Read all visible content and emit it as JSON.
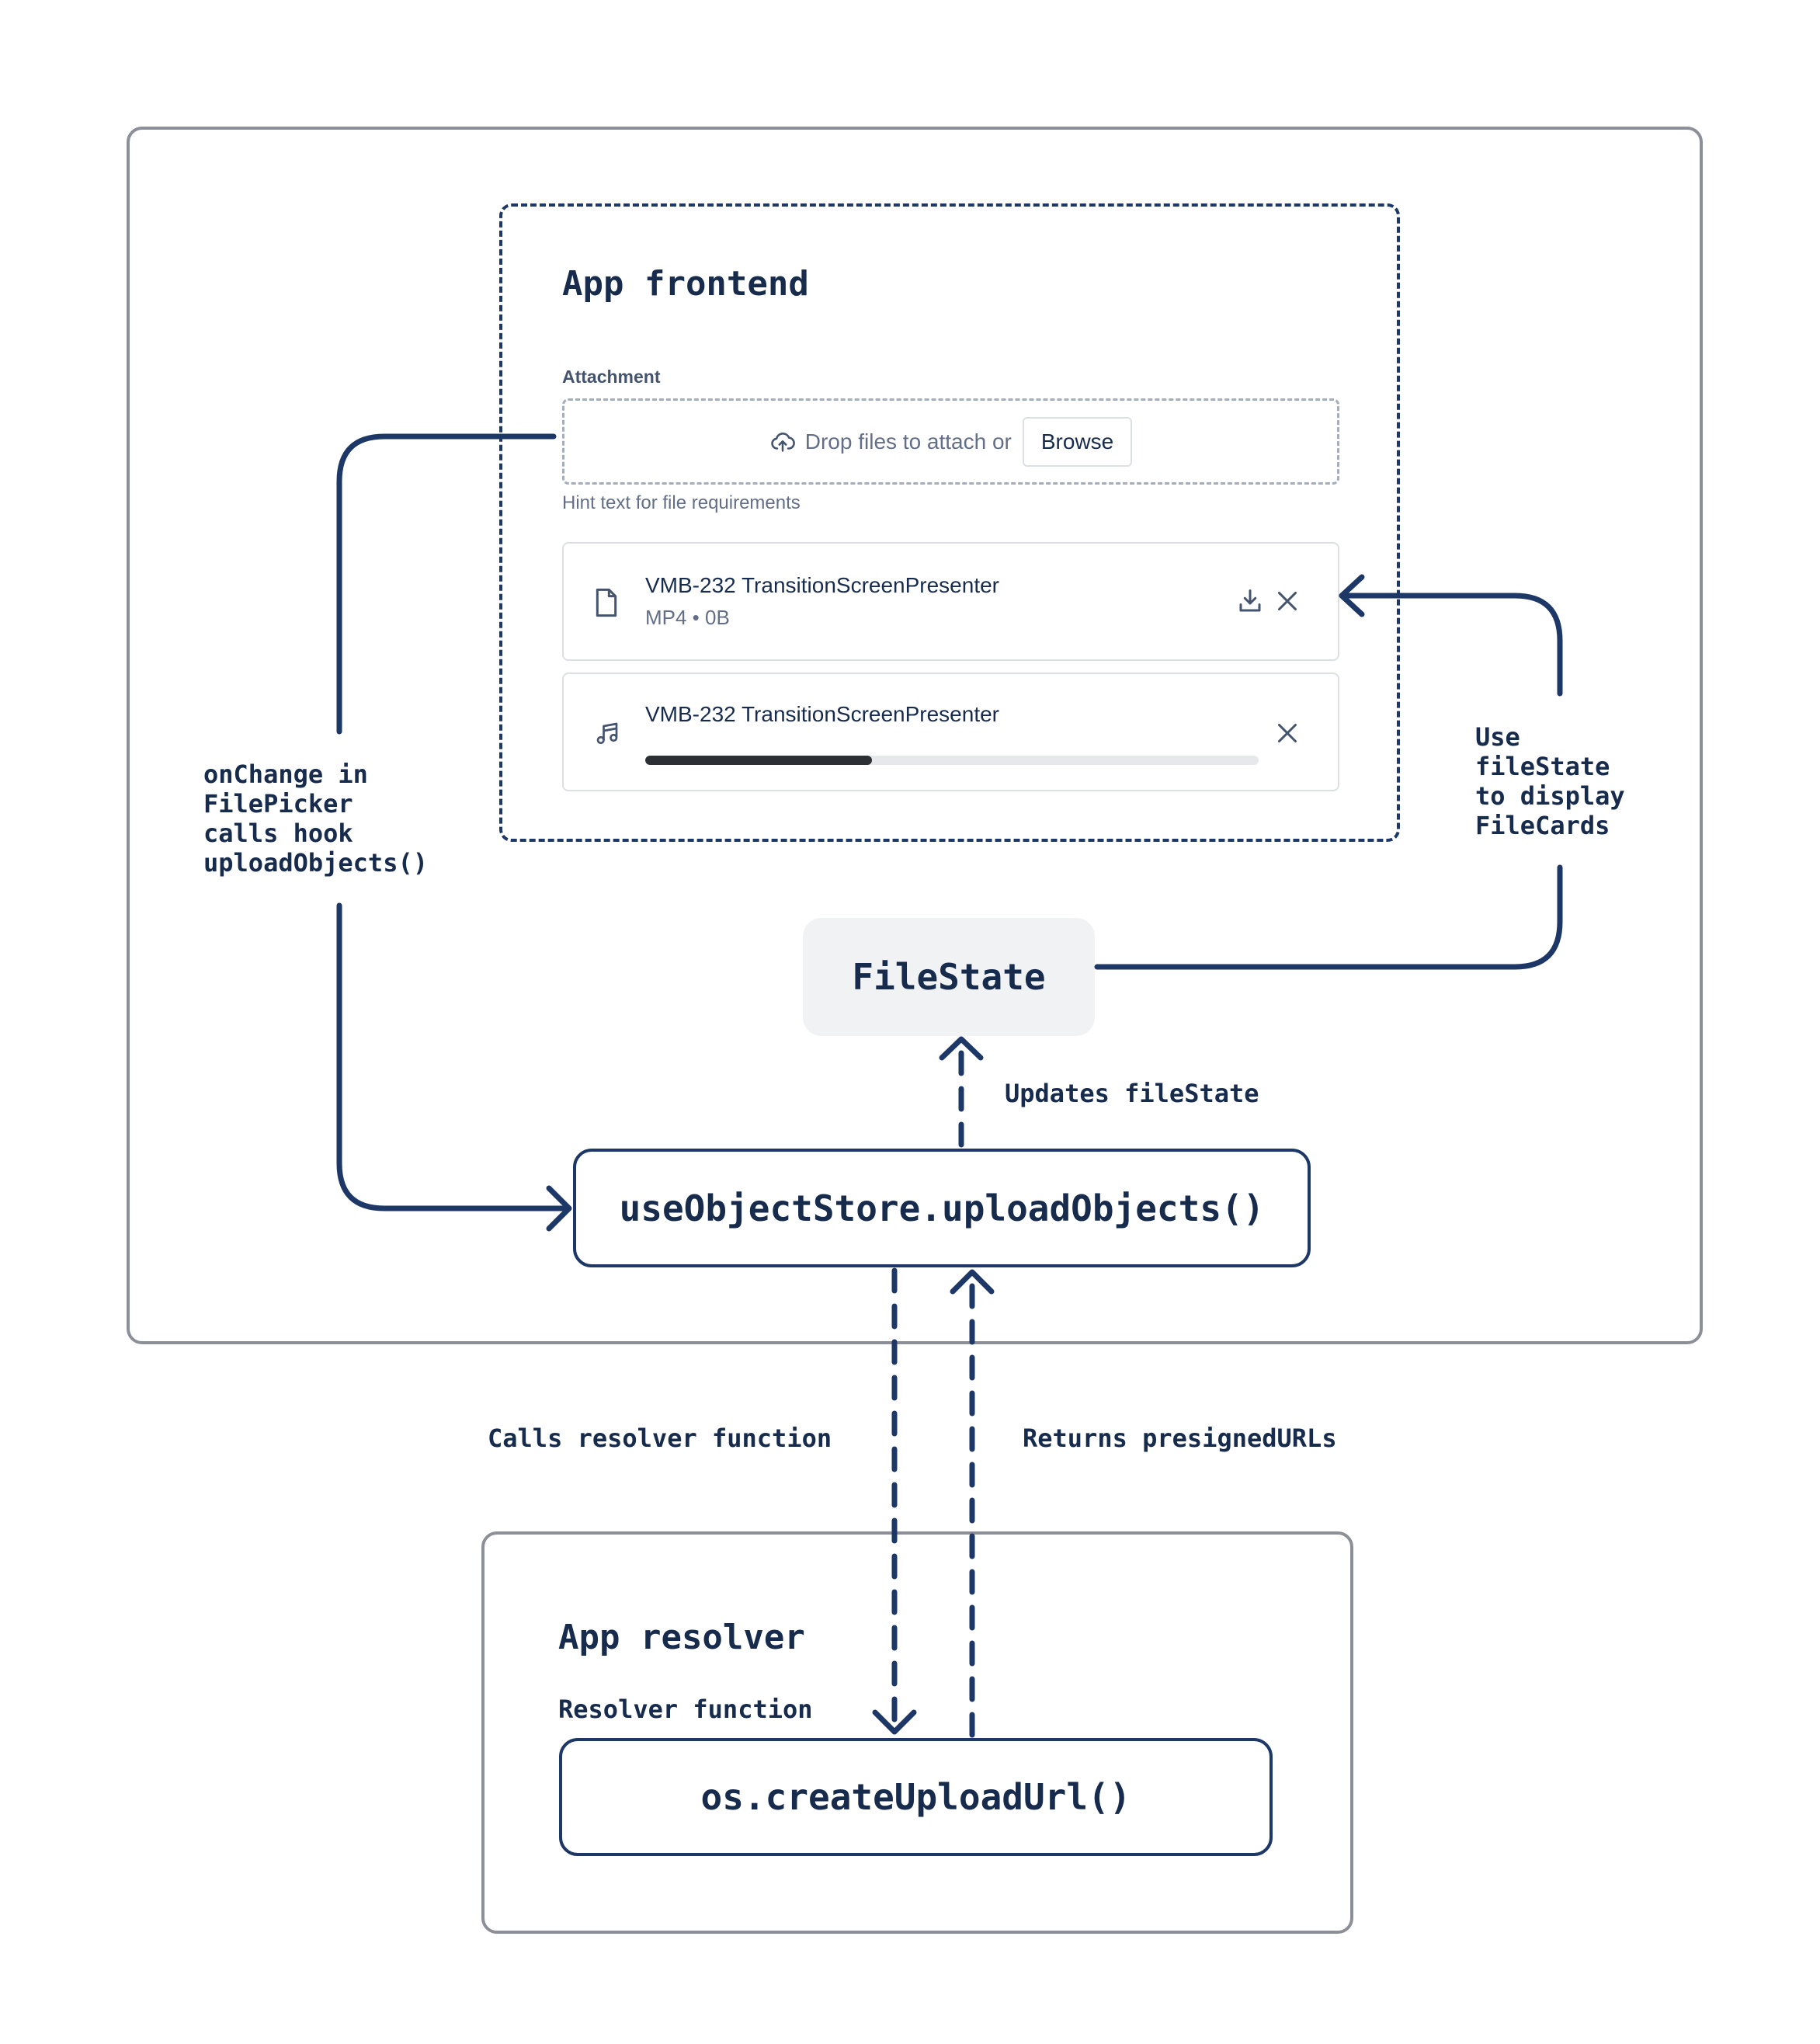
{
  "frontend": {
    "title": "App frontend",
    "attachment_label": "Attachment",
    "drop_text": "Drop files to attach or",
    "browse_label": "Browse",
    "hint": "Hint text for file requirements",
    "files": [
      {
        "name": "VMB-232 TransitionScreenPresenter",
        "meta": "MP4 • 0B",
        "icon": "file-icon",
        "actions": [
          "download-icon",
          "close-icon"
        ]
      },
      {
        "name": "VMB-232 TransitionScreenPresenter",
        "icon": "music-icon",
        "progress": 0.37,
        "actions": [
          "close-icon"
        ]
      }
    ]
  },
  "filestate": {
    "label": "FileState"
  },
  "hook": {
    "label": "useObjectStore.uploadObjects()"
  },
  "resolver": {
    "title": "App resolver",
    "subtitle": "Resolver function",
    "function_label": "os.createUploadUrl()"
  },
  "annotations": {
    "onchange": [
      "onChange in",
      "FilePicker",
      "calls hook",
      "uploadObjects()"
    ],
    "use_filestate": [
      "Use",
      "fileState",
      "to display",
      "FileCards"
    ],
    "updates": "Updates fileState",
    "calls_resolver": "Calls resolver function",
    "returns_urls": "Returns presignedURLs"
  },
  "colors": {
    "navy": "#1D3766",
    "text": "#172B4D",
    "border_gray": "#8C8F97",
    "filestate_bg": "#F1F2F4"
  }
}
